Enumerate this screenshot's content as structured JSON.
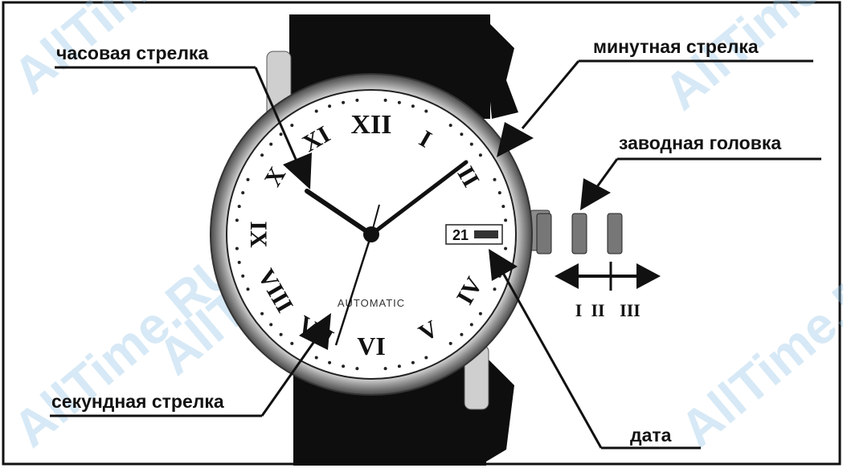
{
  "labels": {
    "hour_hand": "часовая стрелка",
    "minute_hand": "минутная стрелка",
    "crown": "заводная головка",
    "second_hand": "секундная стрелка",
    "date": "дата"
  },
  "dial": {
    "date_window": "21",
    "brand": "AUTOMATIC",
    "numerals": {
      "xii": "XII",
      "i": "I",
      "ii": "II",
      "iv": "IV",
      "v": "V",
      "vi": "VI",
      "vii": "VII",
      "viii": "VIII",
      "ix": "IX",
      "x": "X",
      "xi": "XI"
    }
  },
  "crown_positions": [
    "I",
    "II",
    "III"
  ],
  "watermark": "AllTime.RU",
  "colors": {
    "ink": "#111111",
    "watermark": "#8fc3e6",
    "strap": "#0e0e0e"
  }
}
